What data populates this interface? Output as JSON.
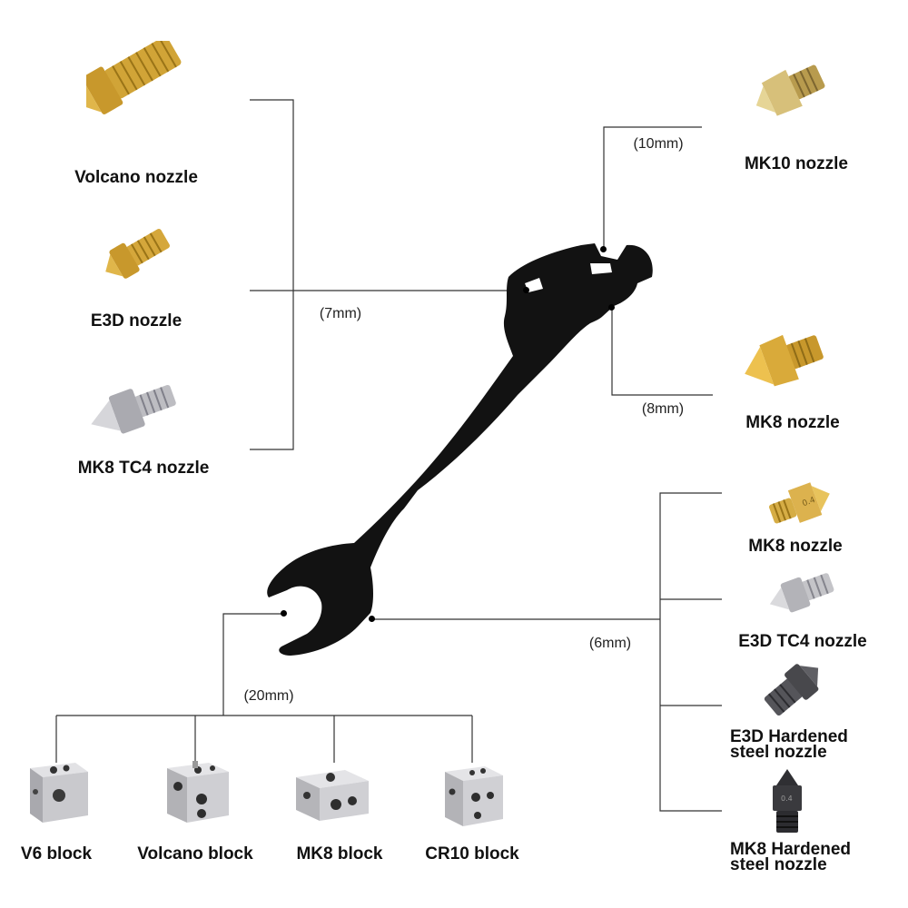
{
  "sizes": {
    "s10": "(10mm)",
    "s8": "(8mm)",
    "s7": "(7mm)",
    "s6": "(6mm)",
    "s20": "(20mm)"
  },
  "labels": {
    "volcano_nozzle": "Volcano  nozzle",
    "e3d_nozzle": "E3D  nozzle",
    "mk8_tc4_nozzle": "MK8 TC4  nozzle",
    "mk10_nozzle": "MK10 nozzle",
    "mk8_nozzle_top": "MK8 nozzle",
    "mk8_nozzle_right": "MK8 nozzle",
    "e3d_tc4_nozzle": "E3D TC4 nozzle",
    "e3d_hardened_1": "E3D Hardened",
    "e3d_hardened_2": "steel nozzle",
    "mk8_hardened_1": "MK8 Hardened",
    "mk8_hardened_2": "steel nozzle",
    "v6_block": "V6 block",
    "volcano_block": "Volcano block",
    "mk8_block": "MK8 block",
    "cr10_block": "CR10 block"
  },
  "nozzle_marks": {
    "mk8_small": "0.4",
    "mk8_hardened": "0.4"
  },
  "colors": {
    "brass": "#d4a93a",
    "steel": "#c9c9cc",
    "hardened": "#4a4a4d",
    "wrench": "#111111",
    "line": "#333333"
  }
}
